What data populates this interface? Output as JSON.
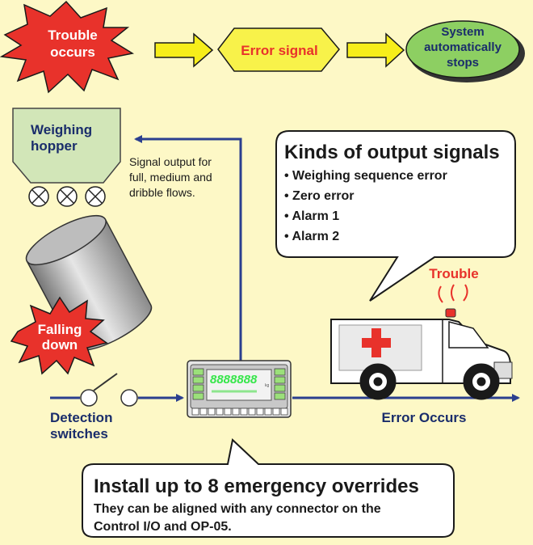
{
  "flow": {
    "trouble_line1": "Trouble",
    "trouble_line2": "occurs",
    "error_signal": "Error signal",
    "stops_line1": "System",
    "stops_line2": "automatically",
    "stops_line3": "stops"
  },
  "hopper": {
    "label_line1": "Weighing",
    "label_line2": "hopper",
    "signal_note_line1": "Signal output for",
    "signal_note_line2": "full, medium and",
    "signal_note_line3": "dribble flows."
  },
  "falling": {
    "line1": "Falling",
    "line2": "down"
  },
  "detection": {
    "line1": "Detection",
    "line2": "switches"
  },
  "indicator": {
    "display": "8888888",
    "unit": "kg"
  },
  "kinds": {
    "title": "Kinds of output signals",
    "items": [
      "• Weighing sequence error",
      "• Zero error",
      "• Alarm 1",
      "• Alarm 2"
    ]
  },
  "ambulance": {
    "trouble": "Trouble"
  },
  "error_occurs": "Error Occurs",
  "install": {
    "title": "Install up to 8 emergency overrides",
    "line1": "They can be aligned with any connector on the",
    "line2": "Control I/O and OP-05."
  },
  "colors": {
    "background": "#fdf8c6",
    "red_burst": "#e8322b",
    "yellow_arrow": "#f7ee1a",
    "error_diamond": "#f8f24a",
    "green_oval": "#8dcf62",
    "hopper_green": "#d2e6b8",
    "line_blue": "#2b3f8f",
    "trouble_red": "#e8322b",
    "lcd_green": "#36e64a"
  }
}
